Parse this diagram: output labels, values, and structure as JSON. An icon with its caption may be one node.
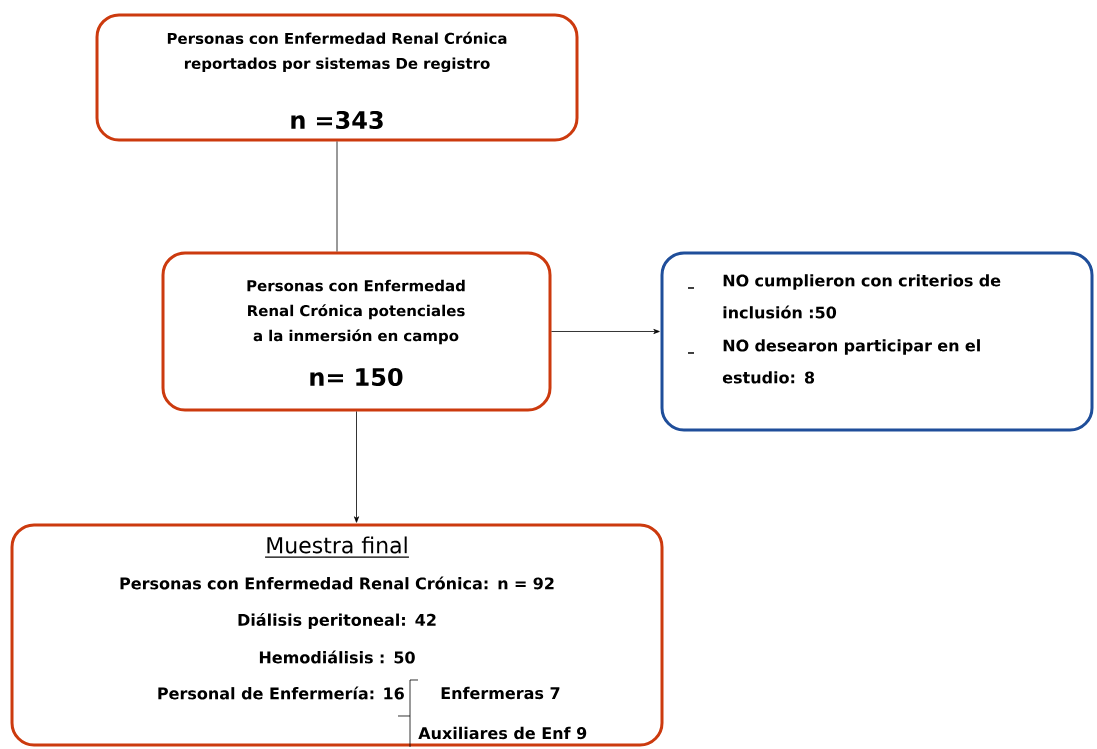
{
  "diagram": {
    "nodes": [
      {
        "text": [
          "Personas con Enfermedad Renal Crónica reportados por sistemas De registro",
          "n =343"
        ]
      },
      {
        "text": [
          "Personas con Enfermedad Renal Crónica potenciales a la inmersión en campo",
          "n= 150"
        ]
      },
      {
        "text": [
          "Muestra final",
          "Personas con Enfermedad Renal Crónica: n = 92",
          "Diálisis peritoneal: 42",
          "Hemodiálisis : 50",
          "Personal de Enfermería:  16",
          "Enfermeras 7",
          "Auxiliares de Enf  9"
        ]
      },
      {
        "text": [
          "NO  cumplieron con criterios de inclusión :50",
          "NO desearon participar en el estudio: 8"
        ]
      }
    ],
    "edges": [
      {
        "from": 0,
        "to": 1,
        "arrow": "none"
      },
      {
        "from": 1,
        "to": 2,
        "arrow": "to"
      },
      {
        "from": 1,
        "to": 3,
        "arrow": "to"
      }
    ]
  }
}
